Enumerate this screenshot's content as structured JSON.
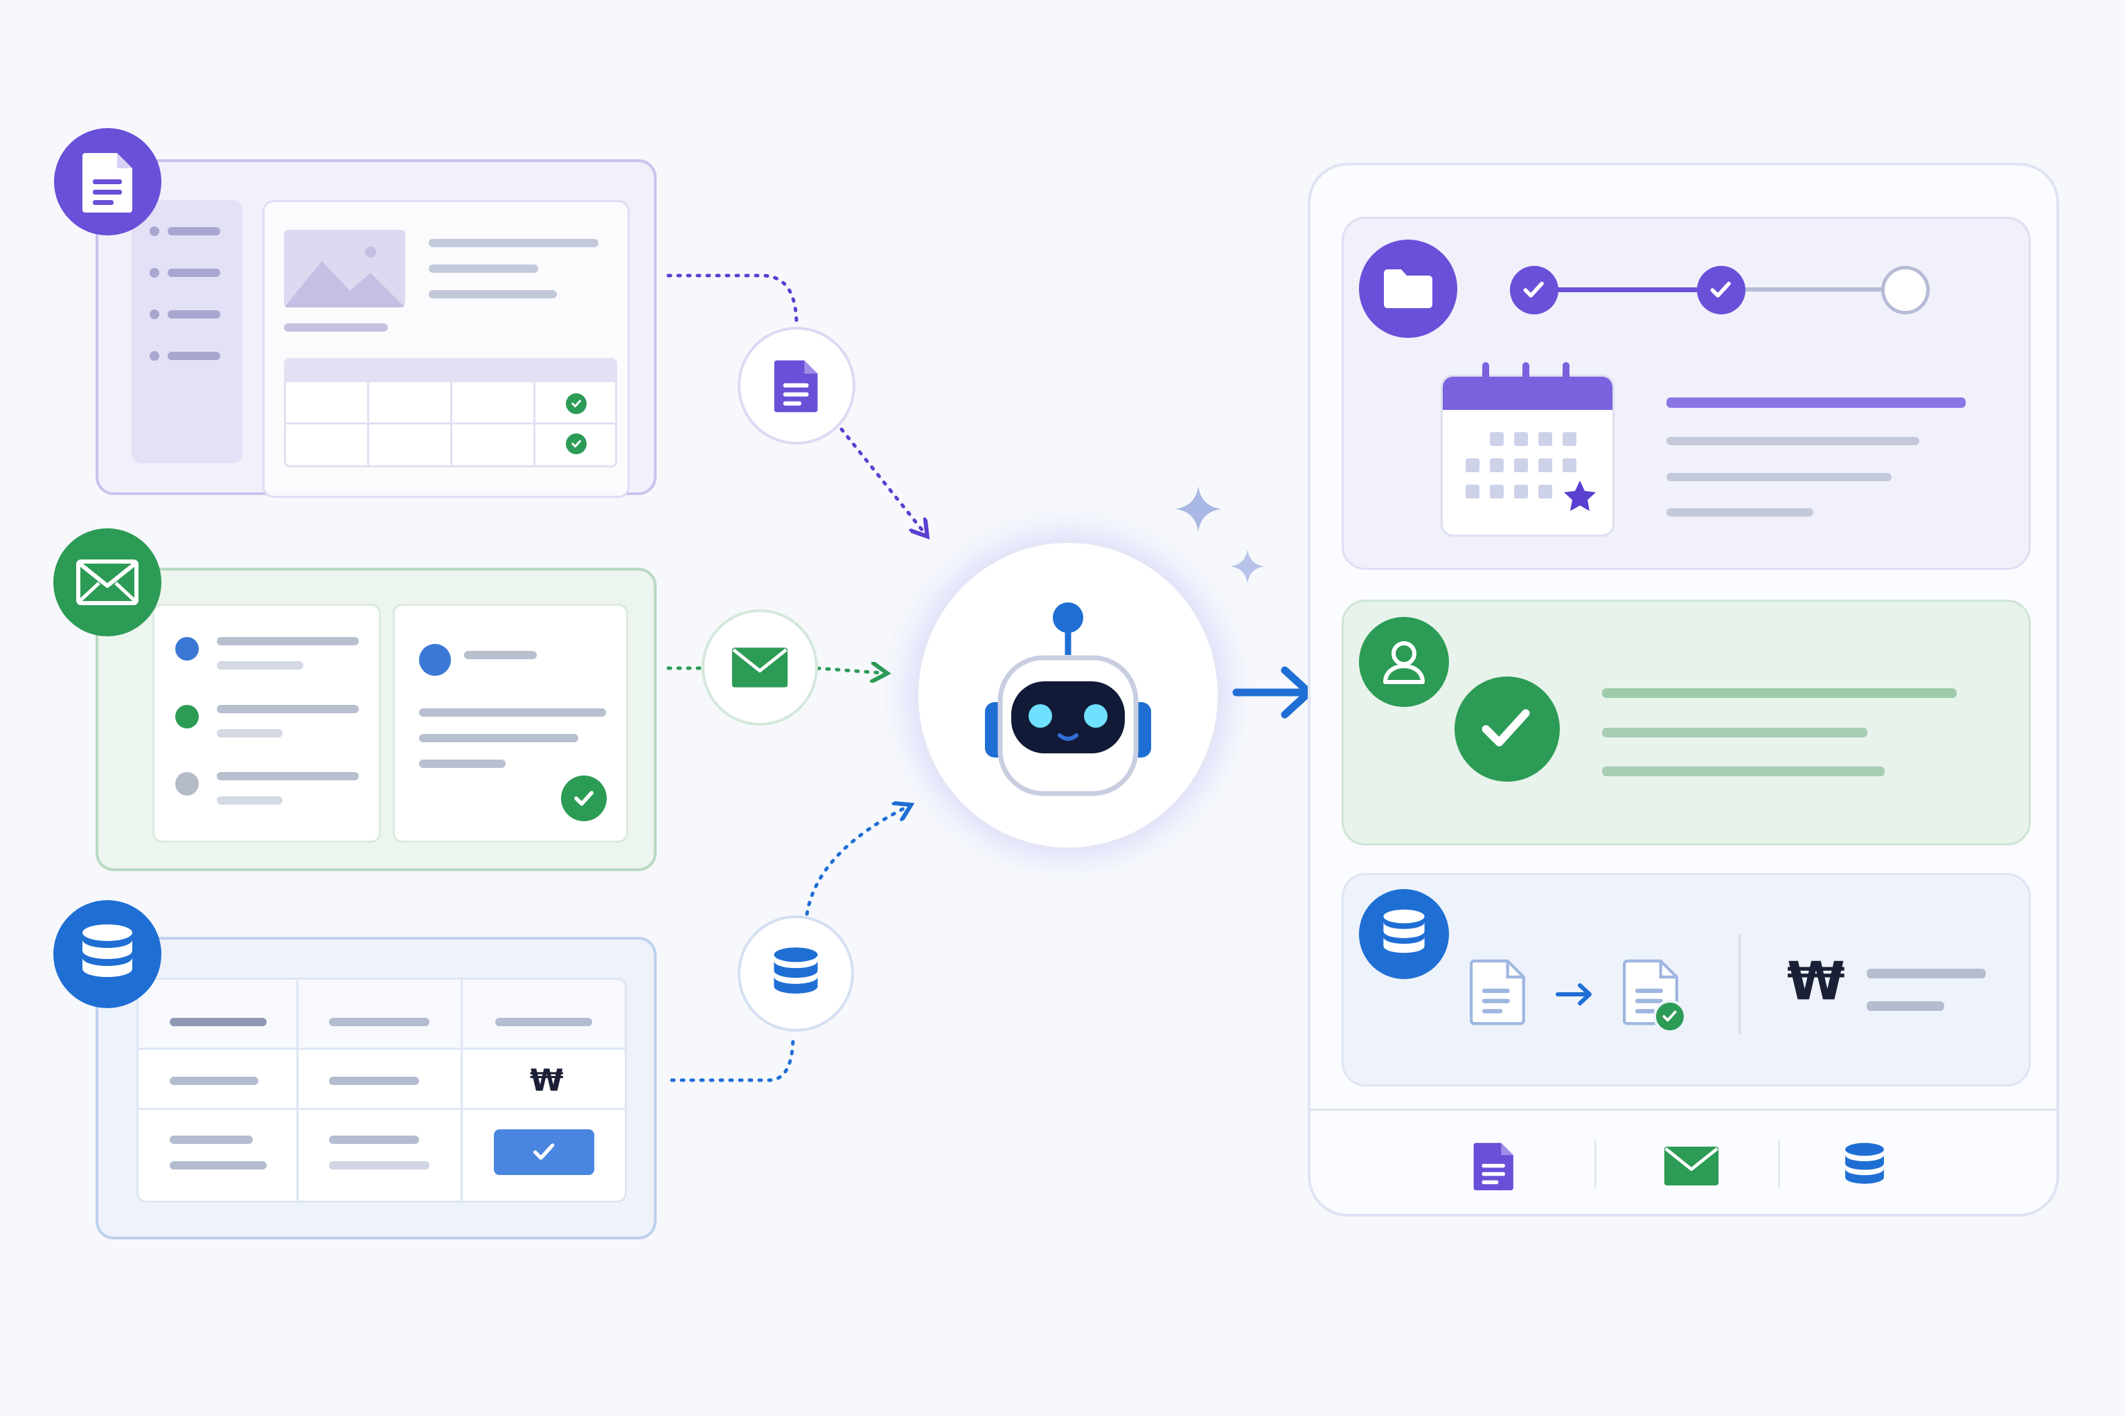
{
  "currency": {
    "symbol": "₩"
  },
  "colors": {
    "background": "#f6f8fc",
    "purple": "#6a4fd8",
    "green": "#2c9b55",
    "blue": "#1f6ed4",
    "dark": "#1c2036",
    "gray_bar": "#c3c9d9"
  },
  "icons": {
    "document": "document-icon",
    "email": "envelope-icon",
    "database": "database-icon",
    "robot": "robot-icon",
    "folder": "folder-icon",
    "calendar": "calendar-icon",
    "user": "user-icon",
    "check": "check-icon"
  },
  "workflow": {
    "sources": [
      "document",
      "email",
      "database"
    ],
    "progress_steps": [
      {
        "state": "done"
      },
      {
        "state": "done"
      },
      {
        "state": "pending"
      }
    ],
    "footer_tabs": [
      "document",
      "email",
      "database"
    ]
  }
}
